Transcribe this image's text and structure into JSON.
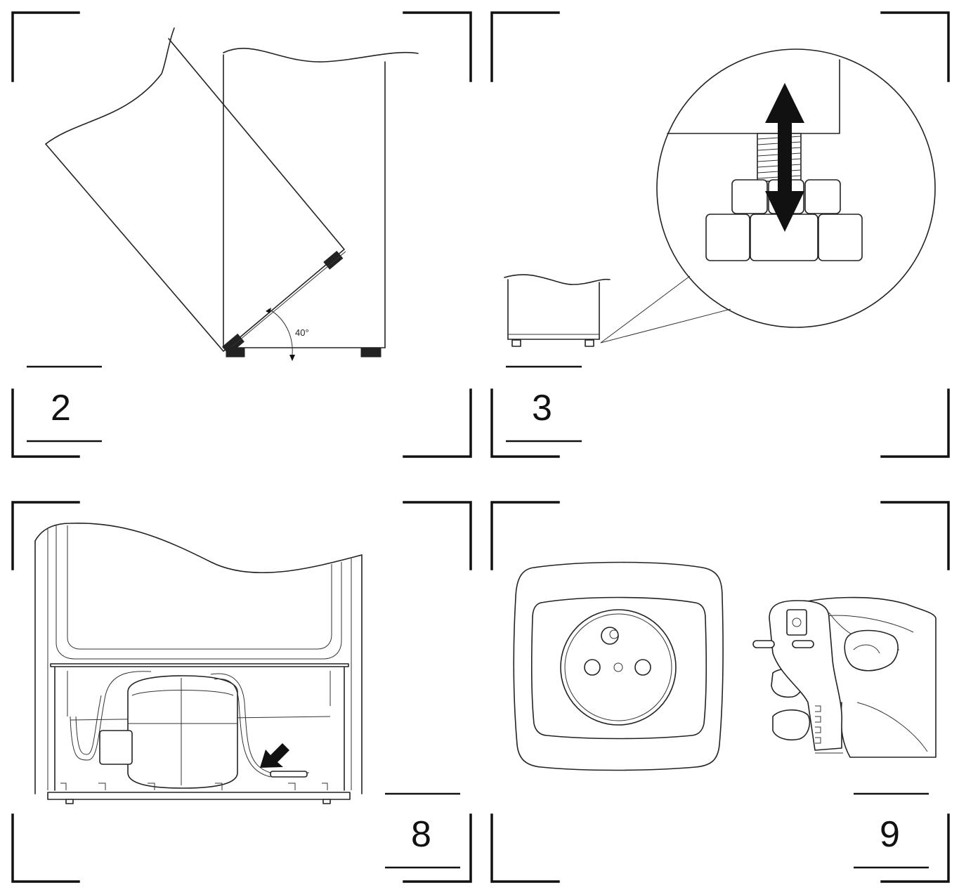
{
  "panels": [
    {
      "number": "2",
      "angle_label": "40°"
    },
    {
      "number": "3"
    },
    {
      "number": "8"
    },
    {
      "number": "9"
    }
  ]
}
